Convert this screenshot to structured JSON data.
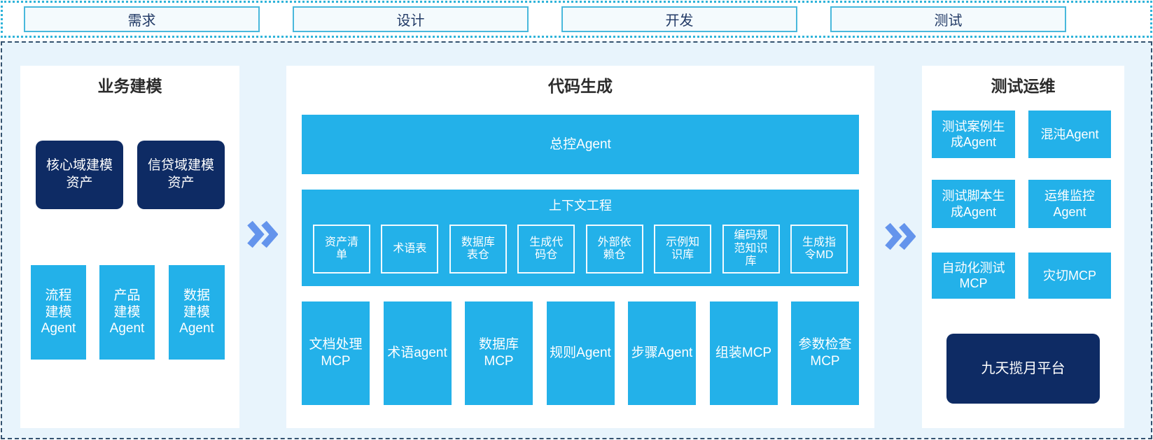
{
  "colors": {
    "accent_blue": "#23b1e9",
    "dark_navy": "#0e2b64",
    "chevron_blue": "#6494ec",
    "container_bg": "#e8f4fc",
    "phase_border": "#49b8dc",
    "strip_dotted_border": "#2fb3d9",
    "main_dashed_border": "#33526f"
  },
  "phase_bar": {
    "items": [
      {
        "label": "需求"
      },
      {
        "label": "设计"
      },
      {
        "label": "开发"
      },
      {
        "label": "测试"
      }
    ]
  },
  "business_modeling": {
    "title": "业务建模",
    "asset_boxes": [
      {
        "label": "核心域建模\n资产"
      },
      {
        "label": "信贷域建模\n资产"
      }
    ],
    "agent_boxes": [
      {
        "label": "流程\n建模\nAgent"
      },
      {
        "label": "产品\n建模\nAgent"
      },
      {
        "label": "数据\n建模\nAgent"
      }
    ]
  },
  "code_generation": {
    "title": "代码生成",
    "master_agent": "总控Agent",
    "context_engineering": {
      "title": "上下文工程",
      "items": [
        {
          "label": "资产清\n单"
        },
        {
          "label": "术语表"
        },
        {
          "label": "数据库\n表仓"
        },
        {
          "label": "生成代\n码仓"
        },
        {
          "label": "外部依\n赖仓"
        },
        {
          "label": "示例知\n识库"
        },
        {
          "label": "编码规\n范知识\n库"
        },
        {
          "label": "生成指\n令MD"
        }
      ]
    },
    "mcp_row": [
      {
        "label": "文档处理\nMCP"
      },
      {
        "label": "术语agent"
      },
      {
        "label": "数据库\nMCP"
      },
      {
        "label": "规则Agent"
      },
      {
        "label": "步骤Agent"
      },
      {
        "label": "组装MCP"
      },
      {
        "label": "参数检查\nMCP"
      }
    ]
  },
  "test_ops": {
    "title": "测试运维",
    "boxes": [
      {
        "label": "测试案例生\n成Agent"
      },
      {
        "label": "混沌Agent"
      },
      {
        "label": "测试脚本生\n成Agent"
      },
      {
        "label": "运维监控\nAgent"
      },
      {
        "label": "自动化测试\nMCP"
      },
      {
        "label": "灾切MCP"
      }
    ],
    "platform": "九天揽月平台"
  },
  "icons": {
    "flow_arrow": "double-chevron-right"
  }
}
